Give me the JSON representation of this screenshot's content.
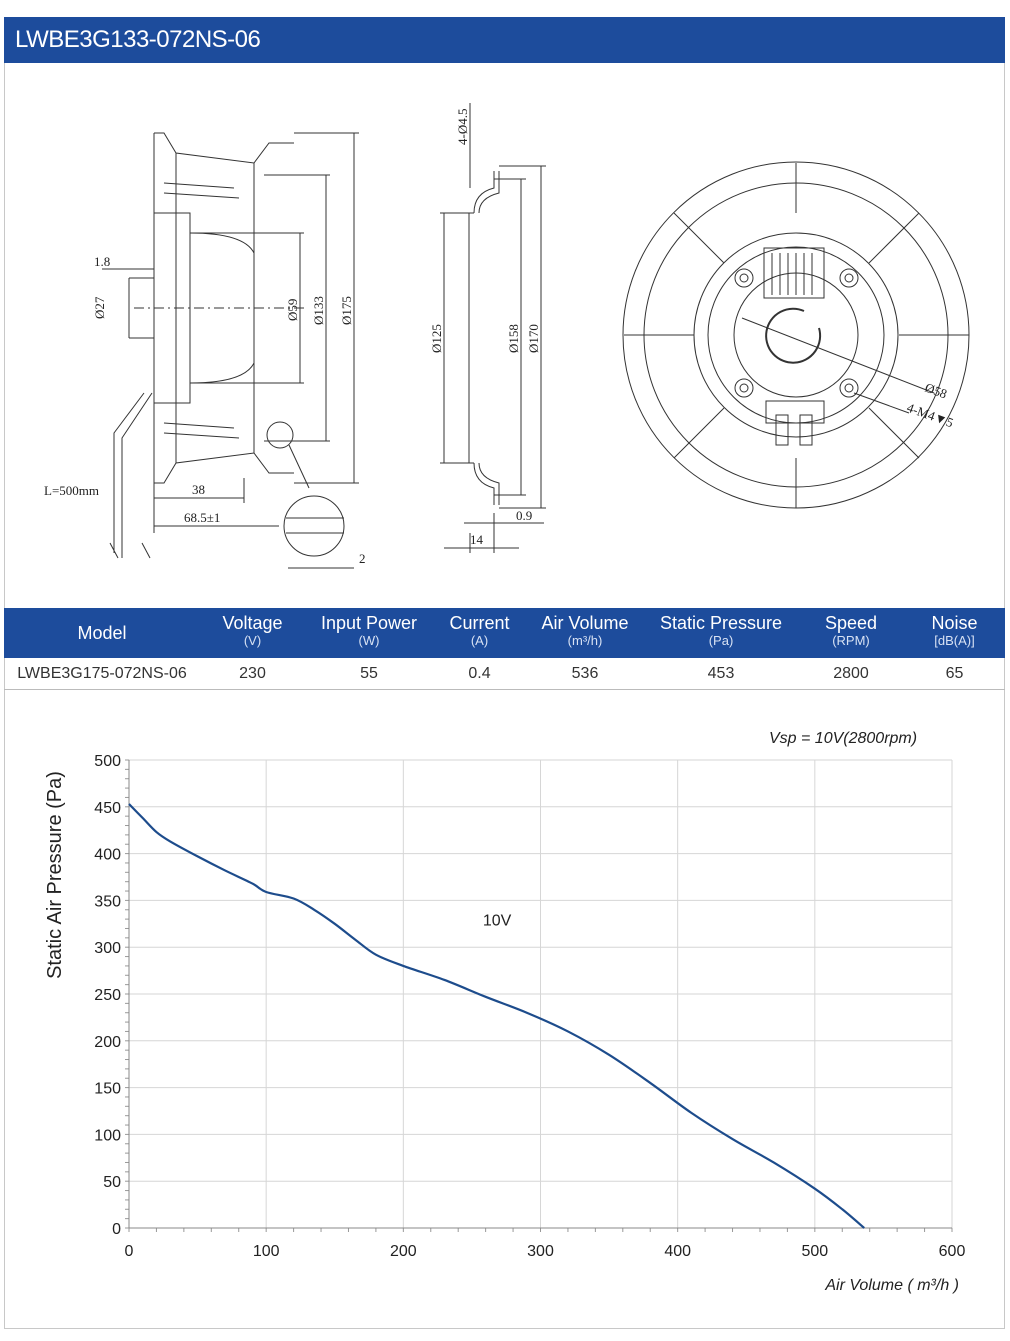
{
  "header": {
    "title": "LWBE3G133-072NS-06"
  },
  "drawing": {
    "side_labels": [
      "1.8",
      "Ø27",
      "Ø59",
      "Ø133",
      "Ø175",
      "L=500mm",
      "38",
      "68.5±1",
      "2"
    ],
    "mid_labels": [
      "4-Ø4.5",
      "Ø125",
      "Ø158",
      "Ø170",
      "0.9",
      "14"
    ],
    "front_labels": [
      "Ø58",
      "4-M4▼5"
    ]
  },
  "spec_table": {
    "headers": [
      {
        "name": "Model",
        "unit": ""
      },
      {
        "name": "Voltage",
        "unit": "(V)"
      },
      {
        "name": "Input Power",
        "unit": "(W)"
      },
      {
        "name": "Current",
        "unit": "(A)"
      },
      {
        "name": "Air Volume",
        "unit": "(m³/h)"
      },
      {
        "name": "Static Pressure",
        "unit": "(Pa)"
      },
      {
        "name": "Speed",
        "unit": "(RPM)"
      },
      {
        "name": "Noise",
        "unit": "[dB(A)]"
      }
    ],
    "row": [
      "LWBE3G175-072NS-06",
      "230",
      "55",
      "0.4",
      "536",
      "453",
      "2800",
      "65"
    ]
  },
  "chart_data": {
    "type": "line",
    "ylabel": "Static Air Pressure  (Pa)",
    "xlabel": "Air Volume ( m³/h )",
    "annotation": "Vsp = 10V(2800rpm)",
    "xlim": [
      0,
      600
    ],
    "ylim": [
      0,
      500
    ],
    "xticks": [
      0,
      100,
      200,
      300,
      400,
      500,
      600
    ],
    "yticks": [
      0,
      50,
      100,
      150,
      200,
      250,
      300,
      350,
      400,
      450,
      500
    ],
    "grid": true,
    "line_color": "#1d4c8c",
    "series": [
      {
        "name": "10V",
        "x": [
          0,
          10,
          20,
          30,
          50,
          70,
          90,
          100,
          120,
          135,
          150,
          165,
          180,
          200,
          230,
          260,
          290,
          320,
          350,
          380,
          410,
          440,
          470,
          500,
          520,
          536
        ],
        "y": [
          453,
          438,
          423,
          413,
          397,
          382,
          368,
          359,
          352,
          340,
          325,
          308,
          292,
          280,
          265,
          247,
          230,
          210,
          185,
          155,
          123,
          95,
          70,
          42,
          20,
          0
        ]
      }
    ]
  }
}
